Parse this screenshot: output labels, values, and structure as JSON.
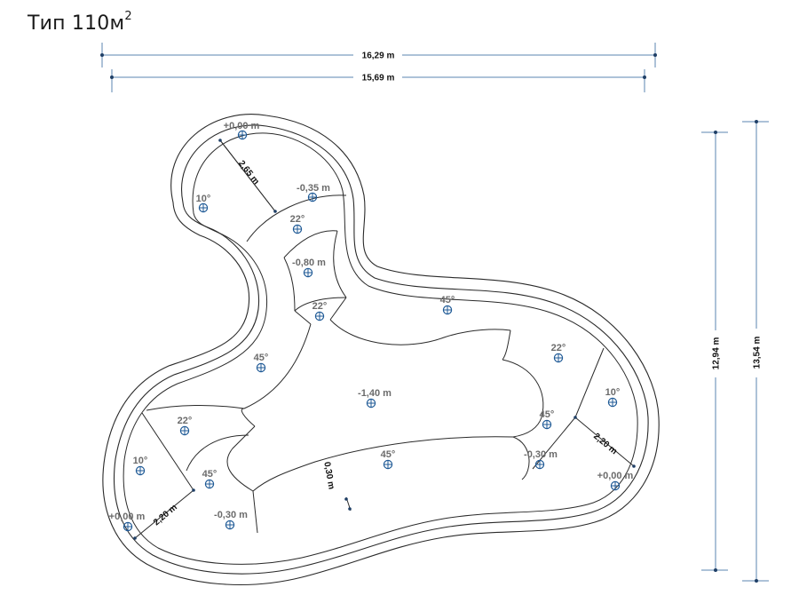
{
  "title": {
    "text": "Тип 110м",
    "sup": "2"
  },
  "dimensions": {
    "outer_width": "16,29 m",
    "inner_width": "15,69 m",
    "inner_height": "12,94 m",
    "outer_height": "13,54 m",
    "radius_top": "2,65 m",
    "radius_left": "2,20 m",
    "radius_right": "2,20 m",
    "wall_thickness": "0,30 m"
  },
  "markers": [
    {
      "id": "top-depth-0",
      "text": "+0,00 m"
    },
    {
      "id": "top-angle-10",
      "text": "10°"
    },
    {
      "id": "top-depth-035",
      "text": "-0,35 m"
    },
    {
      "id": "top-angle-22a",
      "text": "22°"
    },
    {
      "id": "top-depth-080",
      "text": "-0,80 m"
    },
    {
      "id": "top-angle-22b",
      "text": "22°"
    },
    {
      "id": "center-angle-45a",
      "text": "45°"
    },
    {
      "id": "left-angle-45",
      "text": "45°"
    },
    {
      "id": "center-depth-140",
      "text": "-1,40 m"
    },
    {
      "id": "right-angle-22",
      "text": "22°"
    },
    {
      "id": "right-angle-10",
      "text": "10°"
    },
    {
      "id": "right-angle-45",
      "text": "45°"
    },
    {
      "id": "right-depth-030",
      "text": "-0,30 m"
    },
    {
      "id": "right-depth-0",
      "text": "+0,00 m"
    },
    {
      "id": "bottom-angle-45",
      "text": "45°"
    },
    {
      "id": "left-angle-22",
      "text": "22°"
    },
    {
      "id": "left-angle-10",
      "text": "10°"
    },
    {
      "id": "left-angle-45b",
      "text": "45°"
    },
    {
      "id": "left-depth-0",
      "text": "+0,00 m"
    },
    {
      "id": "left-depth-030",
      "text": "-0,30 m"
    }
  ],
  "colors": {
    "dimension": "#5b86b0",
    "marker": "#1f5a96",
    "outline": "#2a2a2a",
    "label": "#6b6b6b"
  }
}
